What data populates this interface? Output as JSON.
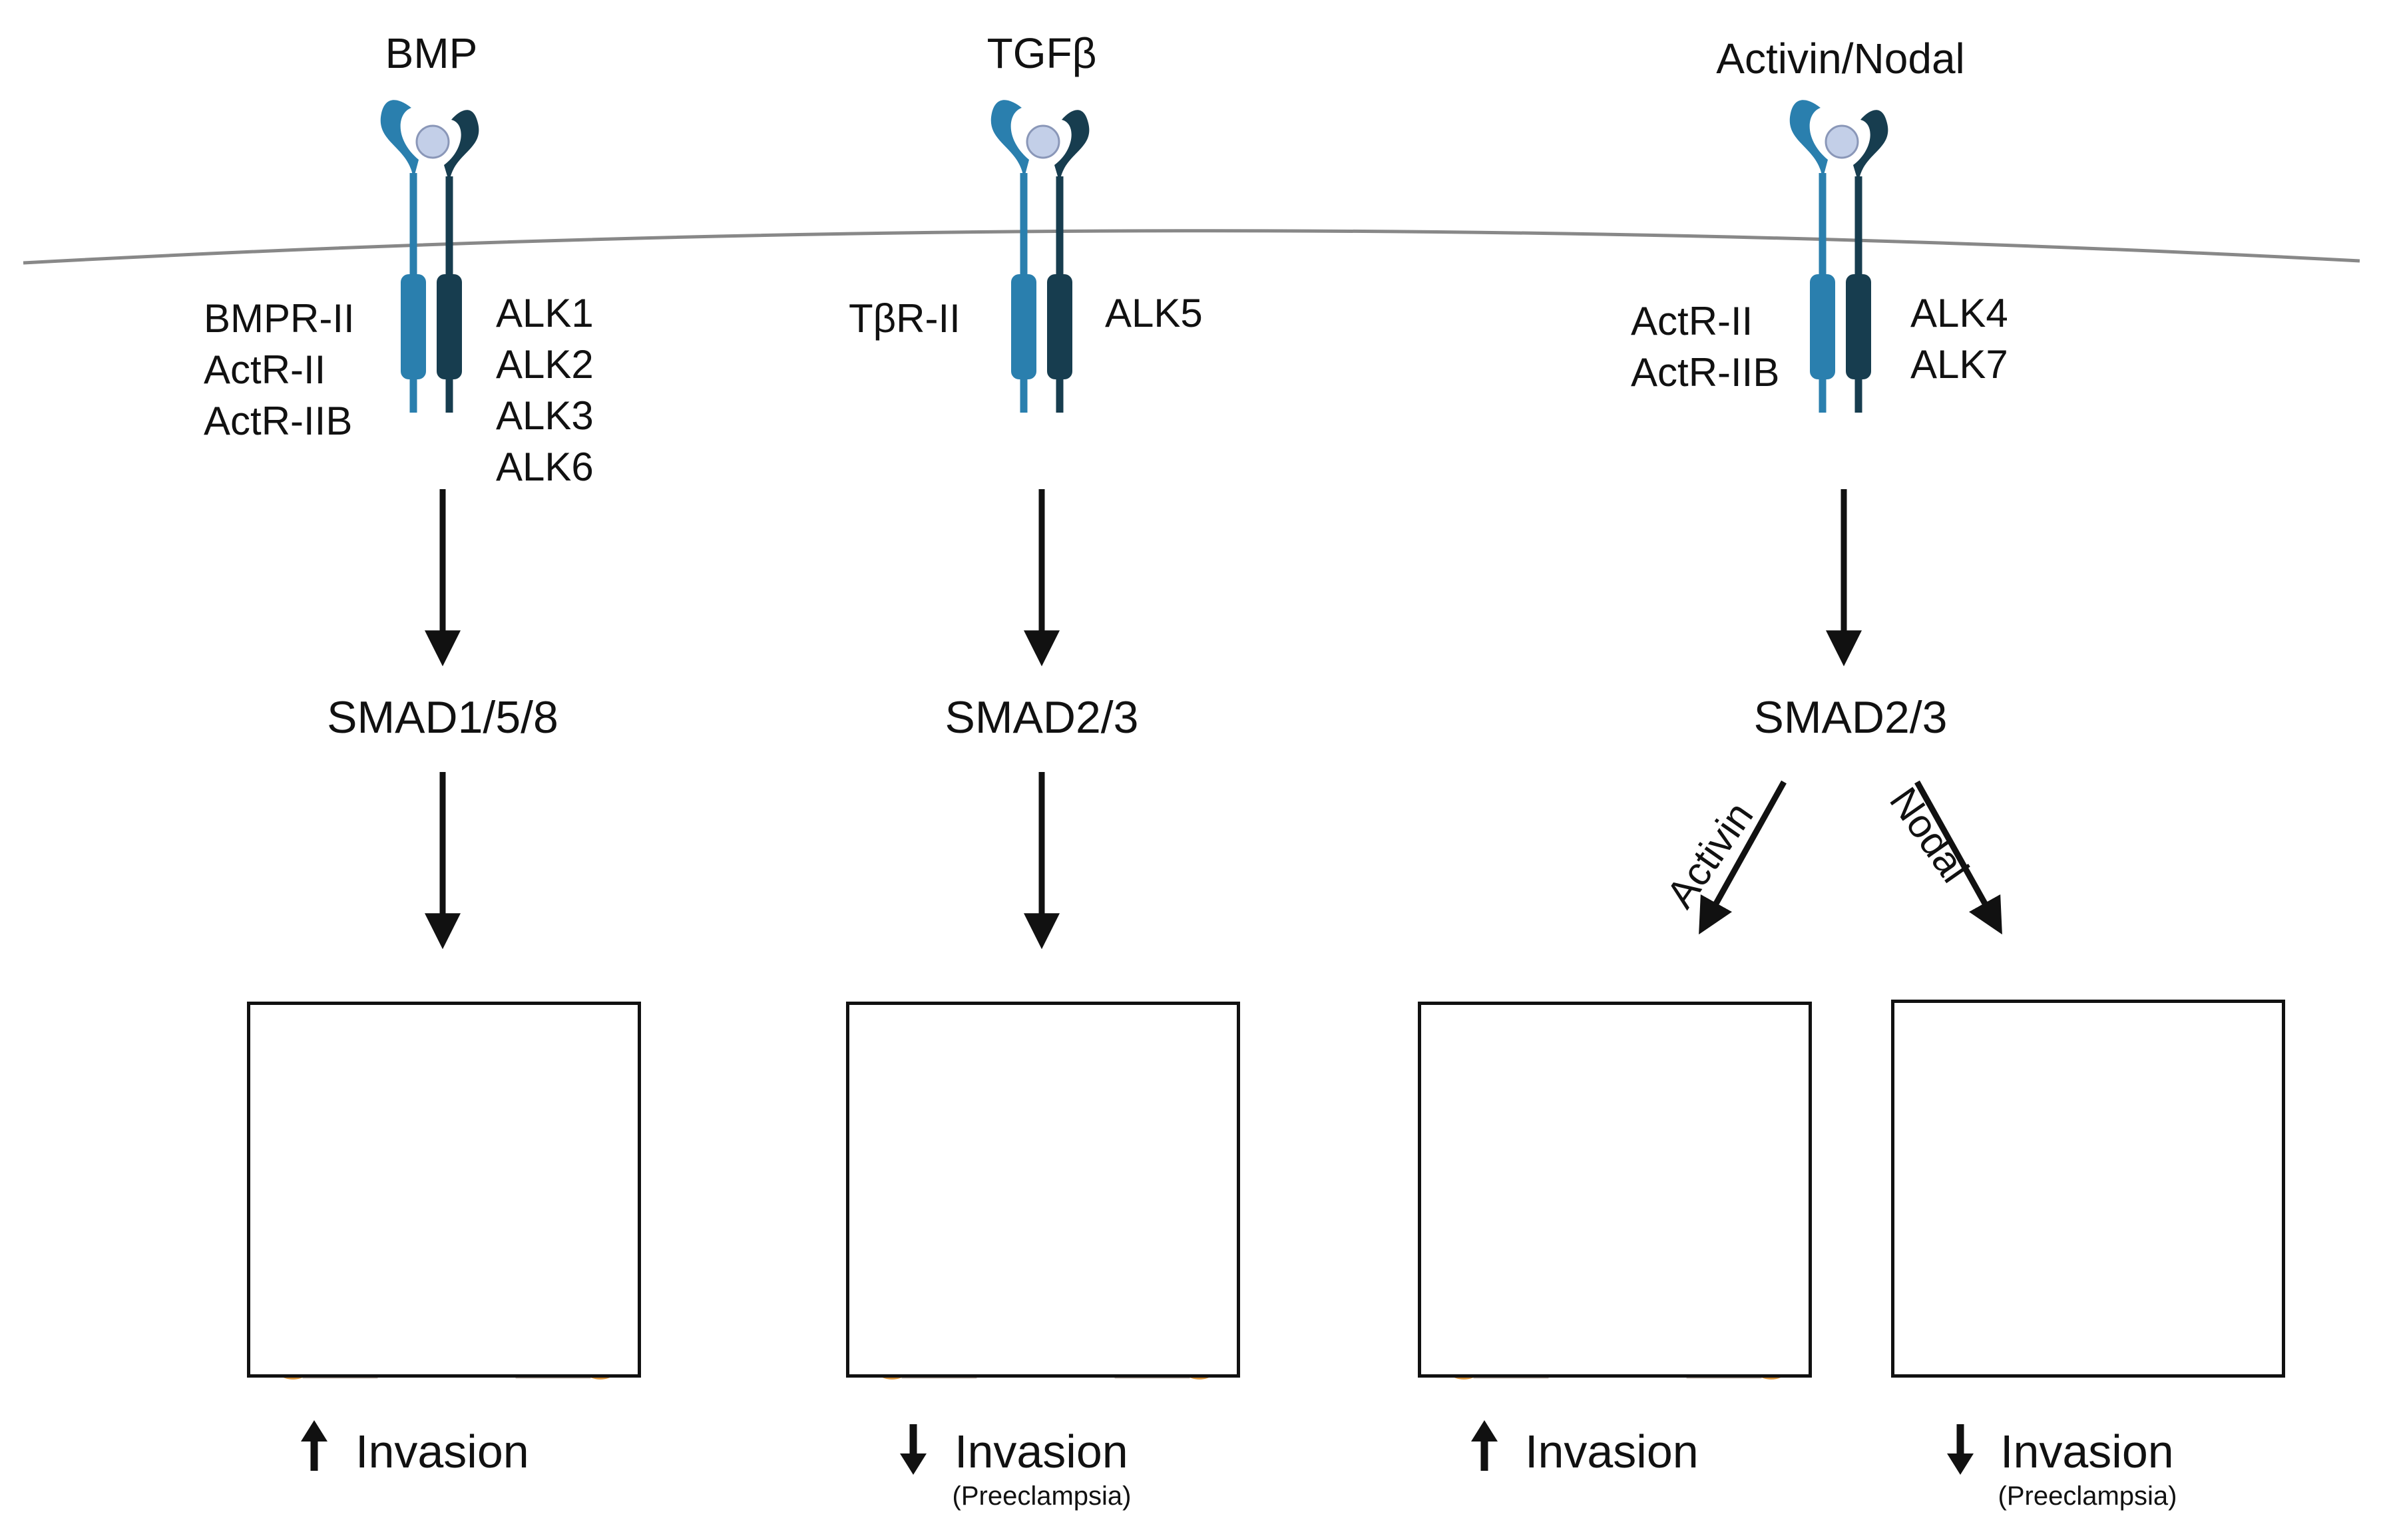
{
  "pathways": [
    {
      "ligand": "BMP",
      "type2_receptors": [
        "BMPR-II",
        "ActR-II",
        "ActR-IIB"
      ],
      "type1_receptors": [
        "ALK1",
        "ALK2",
        "ALK3",
        "ALK6"
      ],
      "smad": "SMAD1/5/8",
      "outcomes": [
        {
          "direction": "up",
          "label": "Invasion",
          "note": "",
          "trophoblast_invasion": true
        }
      ]
    },
    {
      "ligand": "TGFβ",
      "type2_receptors": [
        "TβR-II"
      ],
      "type1_receptors": [
        "ALK5"
      ],
      "smad": "SMAD2/3",
      "outcomes": [
        {
          "direction": "down",
          "label": "Invasion",
          "note": "(Preeclampsia)",
          "trophoblast_invasion": false
        }
      ]
    },
    {
      "ligand": "Activin/Nodal",
      "type2_receptors": [
        "ActR-II",
        "ActR-IIB"
      ],
      "type1_receptors": [
        "ALK4",
        "ALK7"
      ],
      "smad": "SMAD2/3",
      "branches": [
        "Activin",
        "Nodal"
      ],
      "outcomes": [
        {
          "direction": "up",
          "label": "Invasion",
          "note": "",
          "trophoblast_invasion": true
        },
        {
          "direction": "down",
          "label": "Invasion",
          "note": "(Preeclampsia)",
          "trophoblast_invasion": false
        }
      ]
    }
  ],
  "colors": {
    "receptor_type2": "#2a7fae",
    "receptor_type1": "#173d4f",
    "ligand": "#c3cfe8",
    "membrane": "#888888",
    "artery": "#c8444f",
    "artery_lumen": "#e98f96",
    "trophoblast": "#f2b55d",
    "villus": "#e6dcd6",
    "arrow": "#111111"
  }
}
